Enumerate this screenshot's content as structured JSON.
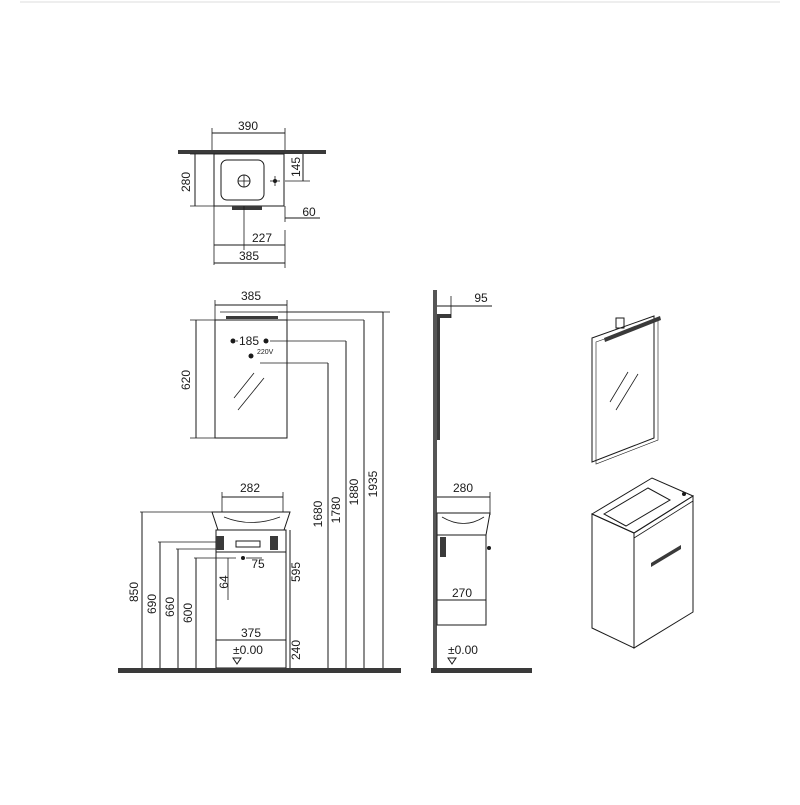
{
  "top_view": {
    "width_390": "390",
    "depth_280": "280",
    "tap_145": "145",
    "offset_60": "60",
    "drain_227": "227",
    "width_385": "385"
  },
  "mirror_front": {
    "width_385": "385",
    "hole_185": "185",
    "voltage": "220V",
    "height_620": "620"
  },
  "vertical_dims": {
    "h1680": "1680",
    "h1780": "1780",
    "h1880": "1880",
    "h1935": "1935"
  },
  "cabinet_front": {
    "basin_282": "282",
    "h850": "850",
    "h690": "690",
    "h660": "660",
    "h600": "600",
    "d64": "64",
    "d75": "75",
    "h595": "595",
    "w375": "375",
    "h240": "240",
    "level": "±0.00"
  },
  "side_view": {
    "offset_95": "95",
    "depth_280": "280",
    "depth_270": "270",
    "level": "±0.00"
  }
}
